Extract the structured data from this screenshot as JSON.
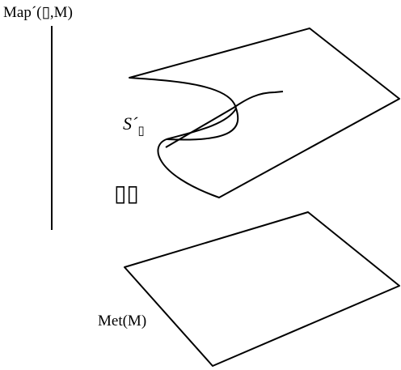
{
  "labels": {
    "map": "Map´(▯,M)",
    "s_main": "S´",
    "s_sub": "▯",
    "glyph": "▯▯",
    "met": "Met(M)"
  },
  "colors": {
    "stroke": "#000000",
    "background": "#ffffff"
  }
}
